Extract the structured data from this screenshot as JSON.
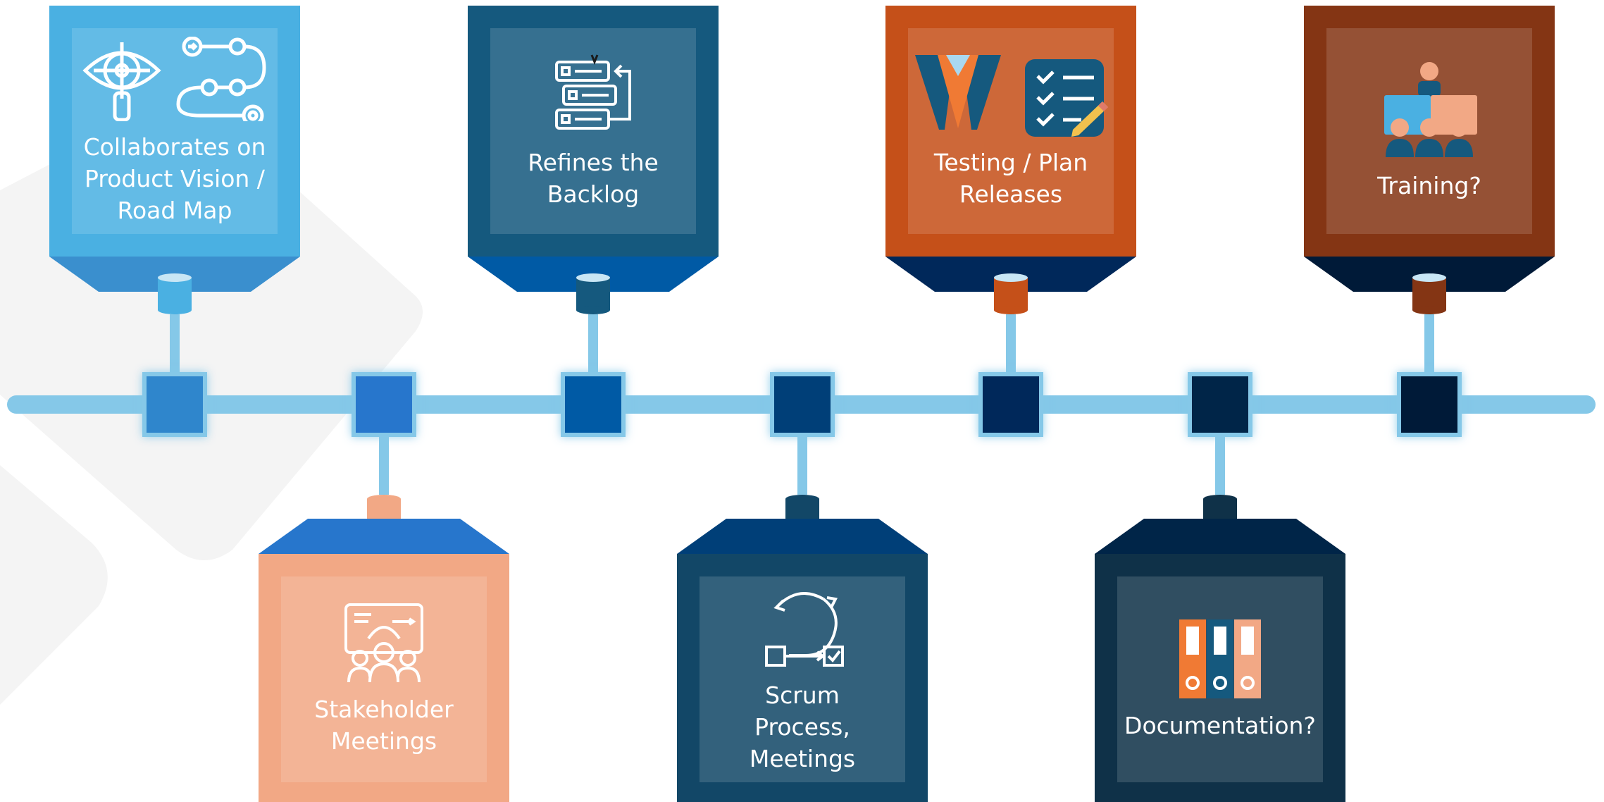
{
  "diagram": {
    "steps": [
      {
        "id": "vision",
        "label": "Collaborates on\nProduct Vision /\nRoad Map",
        "position": "top",
        "color": "#4ab0e2",
        "icon": "eye-target-and-roadmap-icon"
      },
      {
        "id": "stakeholder",
        "label": "Stakeholder\nMeetings",
        "position": "bottom",
        "color": "#f2a885",
        "icon": "presentation-meeting-icon"
      },
      {
        "id": "backlog",
        "label": "Refines the\nBacklog",
        "position": "top",
        "color": "#15597e",
        "icon": "backlog-list-icon"
      },
      {
        "id": "scrum",
        "label": "Scrum\nProcess,\nMeetings",
        "position": "bottom",
        "color": "#124767",
        "icon": "scrum-cycle-icon"
      },
      {
        "id": "testing",
        "label": "Testing / Plan\nReleases",
        "position": "top",
        "color": "#c55019",
        "icon": "suit-and-checklist-icon"
      },
      {
        "id": "docs",
        "label": "Documentation?",
        "position": "bottom",
        "color": "#0f3148",
        "icon": "binders-icon"
      },
      {
        "id": "training",
        "label": "Training?",
        "position": "top",
        "color": "#843514",
        "icon": "training-audience-icon"
      }
    ],
    "node_colors": [
      "#2f86cc",
      "#2776cc",
      "#005aa5",
      "#003f78",
      "#00285a",
      "#002548",
      "#001a38"
    ],
    "line_color": "#85c8e8"
  }
}
